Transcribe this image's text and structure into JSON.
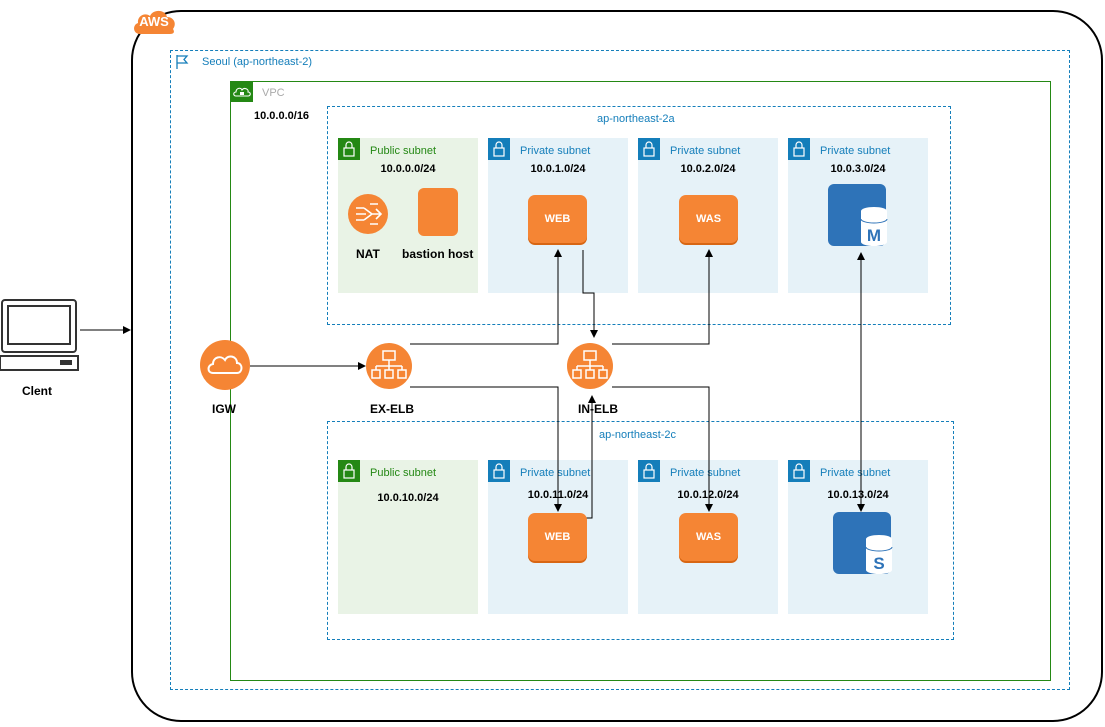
{
  "cloud": {
    "label": "AWS"
  },
  "region": {
    "label": "Seoul (ap-northeast-2)"
  },
  "vpc": {
    "label": "VPC",
    "cidr": "10.0.0.0/16"
  },
  "az_a": {
    "label": "ap-northeast-2a"
  },
  "az_c": {
    "label": "ap-northeast-2c"
  },
  "subnets_a": [
    {
      "title": "Public subnet",
      "cidr": "10.0.0.0/24"
    },
    {
      "title": "Private subnet",
      "cidr": "10.0.1.0/24"
    },
    {
      "title": "Private subnet",
      "cidr": "10.0.2.0/24"
    },
    {
      "title": "Private subnet",
      "cidr": "10.0.3.0/24"
    }
  ],
  "subnets_c": [
    {
      "title": "Public subnet",
      "cidr": "10.0.10.0/24"
    },
    {
      "title": "Private subnet",
      "cidr": "10.0.11.0/24"
    },
    {
      "title": "Private subnet",
      "cidr": "10.0.12.0/24"
    },
    {
      "title": "Private subnet",
      "cidr": "10.0.13.0/24"
    }
  ],
  "nodes": {
    "client": "Clent",
    "igw": "IGW",
    "ex_elb": "EX-ELB",
    "in_elb": "IN-ELB",
    "nat": "NAT",
    "bastion": "bastion host",
    "web_a": "WEB",
    "was_a": "WAS",
    "web_c": "WEB",
    "was_c": "WAS",
    "db_master_letter": "M",
    "db_slave_letter": "S"
  },
  "colors": {
    "aws_orange": "#f58534",
    "region_blue": "#147eba",
    "vpc_green": "#248814",
    "public_bg": "#e9f3e6",
    "private_bg": "#e6f2f8",
    "db_blue": "#2e73b8"
  }
}
